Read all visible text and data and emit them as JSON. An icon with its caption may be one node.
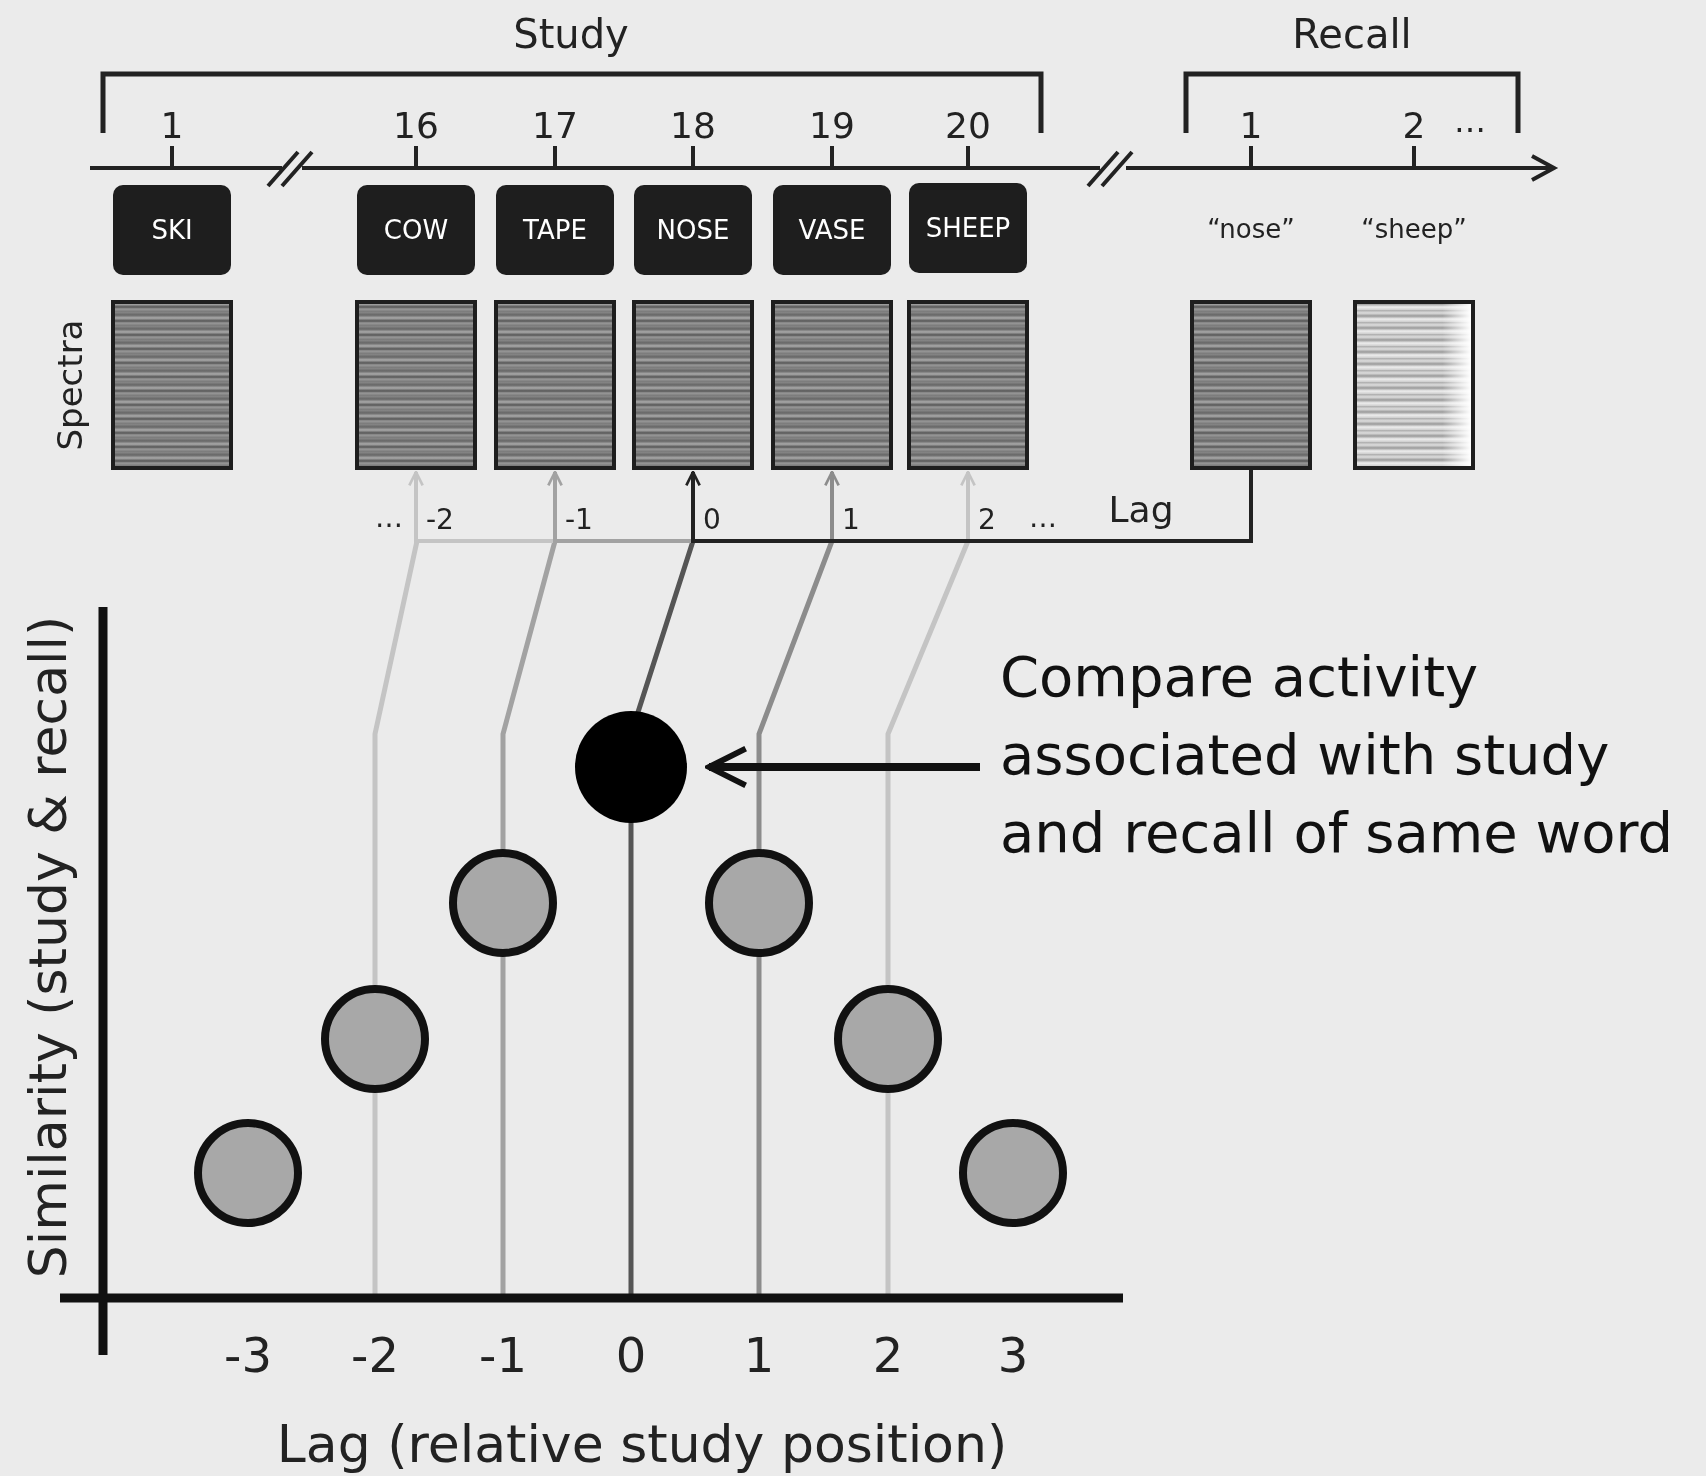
{
  "diagram": {
    "nodes": [
      {
        "text": [
          "SKI"
        ]
      },
      {
        "text": [
          "COW"
        ]
      },
      {
        "text": [
          "TAPE"
        ]
      },
      {
        "text": [
          "NOSE"
        ]
      },
      {
        "text": [
          "VASE"
        ]
      },
      {
        "text": [
          "SHEEP"
        ]
      },
      {
        "text": [
          "“nose”"
        ]
      },
      {
        "text": [
          "“sheep”"
        ]
      },
      {
        "text": [],
        "shape": "picture"
      },
      {
        "text": [],
        "shape": "picture"
      },
      {
        "text": [],
        "shape": "picture"
      },
      {
        "text": [],
        "shape": "picture"
      },
      {
        "text": [],
        "shape": "picture"
      },
      {
        "text": [],
        "shape": "picture"
      },
      {
        "text": [],
        "shape": "picture"
      },
      {
        "text": [],
        "shape": "picture"
      },
      {
        "text": [
          "Compare activity associated with study and recall of same word"
        ]
      },
      {
        "text": [],
        "shape": "circle"
      }
    ],
    "edges": [
      {
        "from": 14,
        "to": 9,
        "arrow": "to",
        "label": "-2",
        "color": "#c4c4c4"
      },
      {
        "from": 14,
        "to": 10,
        "arrow": "to",
        "label": "-1",
        "color": "#a2a2a2"
      },
      {
        "from": 14,
        "to": 11,
        "arrow": "to",
        "label": "0",
        "color": "#222222"
      },
      {
        "from": 14,
        "to": 12,
        "arrow": "to",
        "label": "1",
        "color": "#8c8c8c"
      },
      {
        "from": 14,
        "to": 13,
        "arrow": "to",
        "label": "2",
        "color": "#c4c4c4"
      },
      {
        "from": 16,
        "to": 17,
        "arrow": "to",
        "style": "thick",
        "color": "#111111"
      }
    ],
    "labels": [
      "Study",
      "Recall",
      "1",
      "16",
      "17",
      "18",
      "19",
      "20",
      "1",
      "2",
      "…",
      "Spectra",
      "…",
      "…",
      "Lag",
      "Similarity (study & recall)",
      "-3",
      "-2",
      "-1",
      "0",
      "1",
      "2",
      "3",
      "Lag (relative study position)"
    ]
  }
}
